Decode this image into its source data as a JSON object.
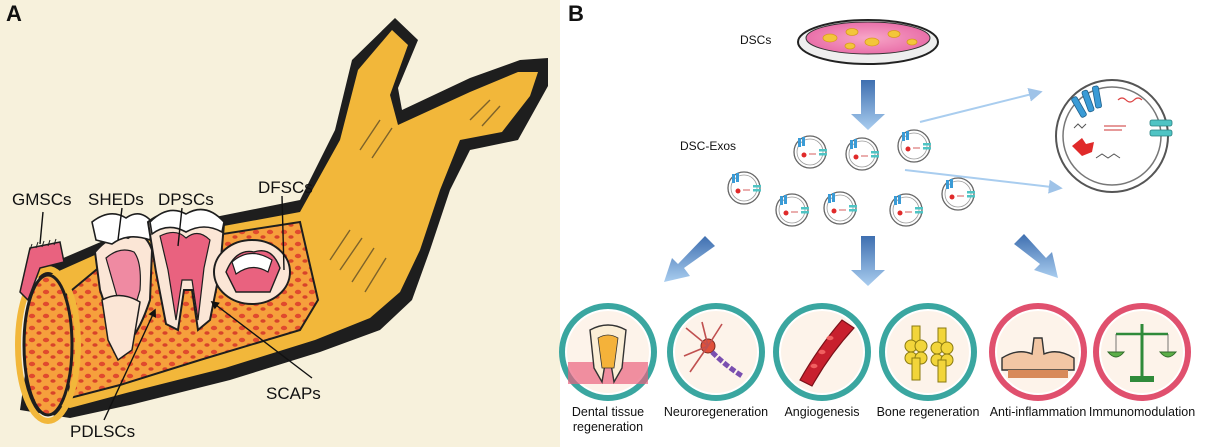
{
  "panels": {
    "a_letter": "A",
    "b_letter": "B"
  },
  "panel_a": {
    "labels": {
      "gmscs": "GMSCs",
      "sheds": "SHEDs",
      "dpscs": "DPSCs",
      "dfscs": "DFSCs",
      "scaps": "SCAPs",
      "pdlscs": "PDLSCs"
    }
  },
  "panel_b": {
    "dscs": "DSCs",
    "dsc_exos": "DSC-Exos",
    "outcomes": [
      {
        "line1": "Dental tissue",
        "line2": "regeneration",
        "icon": "tooth-icon",
        "ring": "#3aa6a0"
      },
      {
        "line1": "Neuroregeneration",
        "line2": "",
        "icon": "neuron-icon",
        "ring": "#3aa6a0"
      },
      {
        "line1": "Angiogenesis",
        "line2": "",
        "icon": "blood-vessel-icon",
        "ring": "#3aa6a0"
      },
      {
        "line1": "Bone regeneration",
        "line2": "",
        "icon": "bone-joint-icon",
        "ring": "#3aa6a0"
      },
      {
        "line1": "Anti-inflammation",
        "line2": "",
        "icon": "arm-wrestling-icon",
        "ring": "#e0506e"
      },
      {
        "line1": "Immunomodulation",
        "line2": "",
        "icon": "balance-scale-icon",
        "ring": "#e0506e"
      }
    ]
  },
  "colors": {
    "bone": "#f2b73a",
    "bone_dark": "#1c1c1c",
    "marrow": "#f07a38",
    "gum_pink": "#e9627f",
    "arrow_blue": "#4a86c8",
    "teal": "#3aa6a0"
  }
}
